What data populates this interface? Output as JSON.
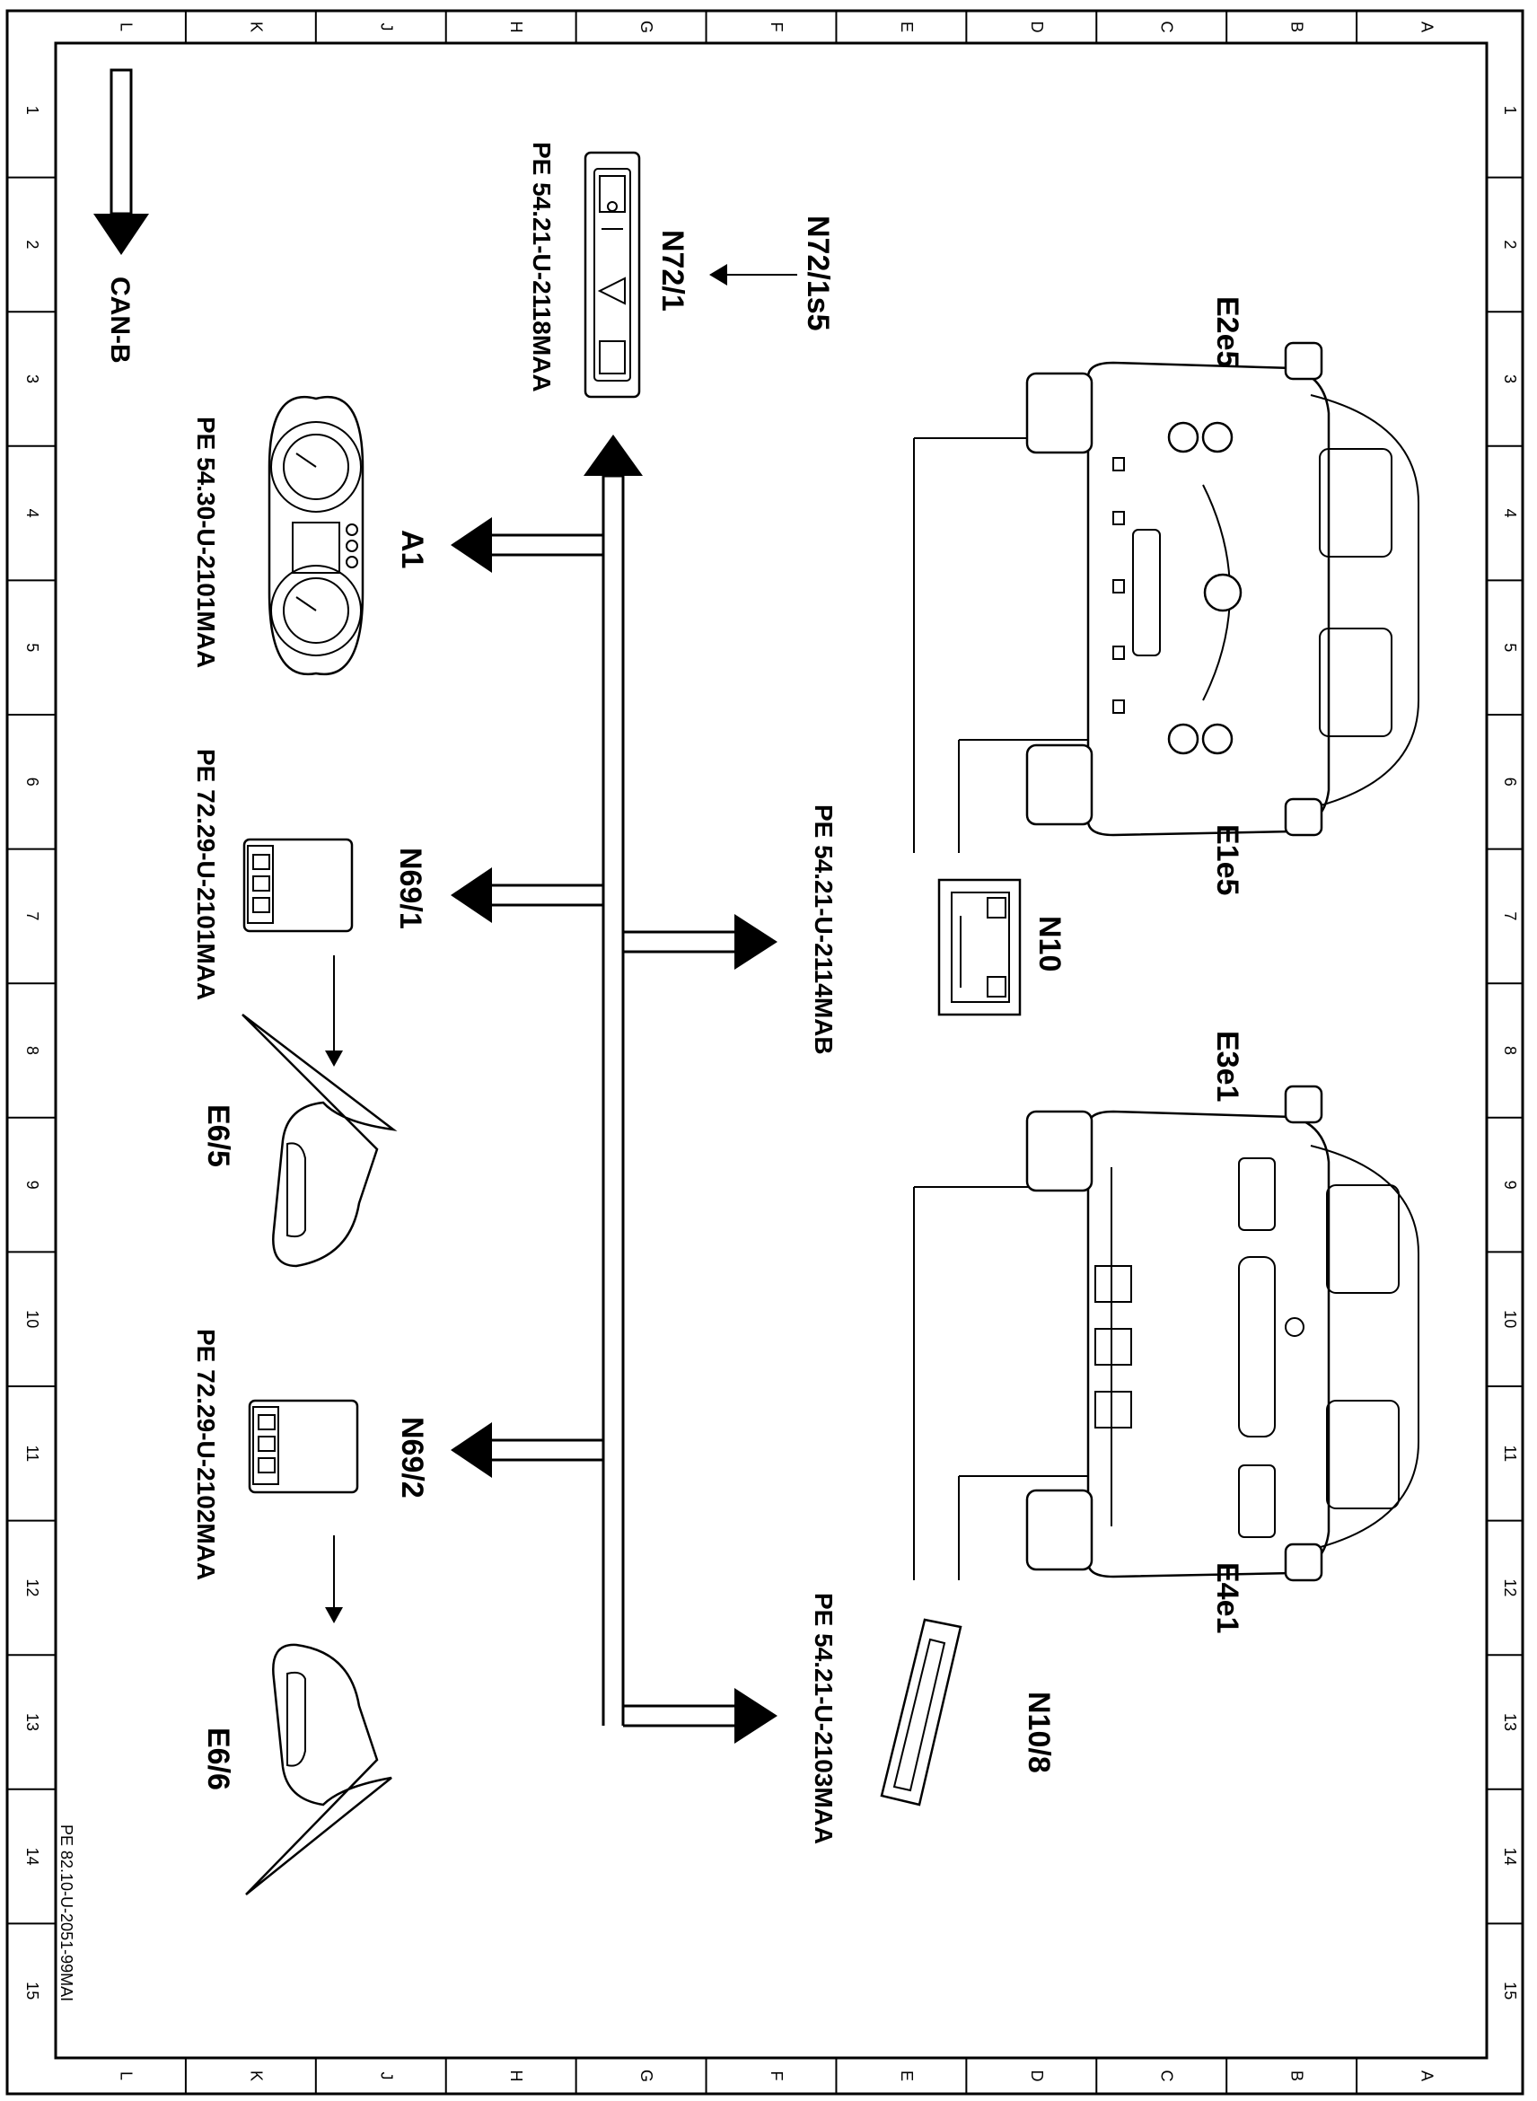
{
  "grid": {
    "columns": [
      "L",
      "K",
      "J",
      "H",
      "G",
      "F",
      "E",
      "D",
      "C",
      "B",
      "A"
    ],
    "rows": [
      "1",
      "2",
      "3",
      "4",
      "5",
      "6",
      "7",
      "8",
      "9",
      "10",
      "11",
      "12",
      "13",
      "14",
      "15"
    ]
  },
  "legend": {
    "label": "CAN-B"
  },
  "doc_number": "PE 82.10-U-2051-99MAI",
  "components": {
    "n72_1": {
      "id": "N72/1",
      "ref": "PE 54.21-U-2118MAA"
    },
    "n72_1s5": {
      "id": "N72/1s5"
    },
    "a1": {
      "id": "A1",
      "ref": "PE 54.30-U-2101MAA"
    },
    "n69_1": {
      "id": "N69/1",
      "ref": "PE 72.29-U-2101MAA"
    },
    "e6_5": {
      "id": "E6/5"
    },
    "n69_2": {
      "id": "N69/2",
      "ref": "PE 72.29-U-2102MAA"
    },
    "e6_6": {
      "id": "E6/6"
    },
    "n10": {
      "id": "N10",
      "ref": "PE 54.21-U-2114MAB"
    },
    "n10_8": {
      "id": "N10/8",
      "ref": "PE 54.21-U-2103MAA"
    },
    "e2e5": {
      "id": "E2e5"
    },
    "e1e5": {
      "id": "E1e5"
    },
    "e3e1": {
      "id": "E3e1"
    },
    "e4e1": {
      "id": "E4e1"
    }
  }
}
